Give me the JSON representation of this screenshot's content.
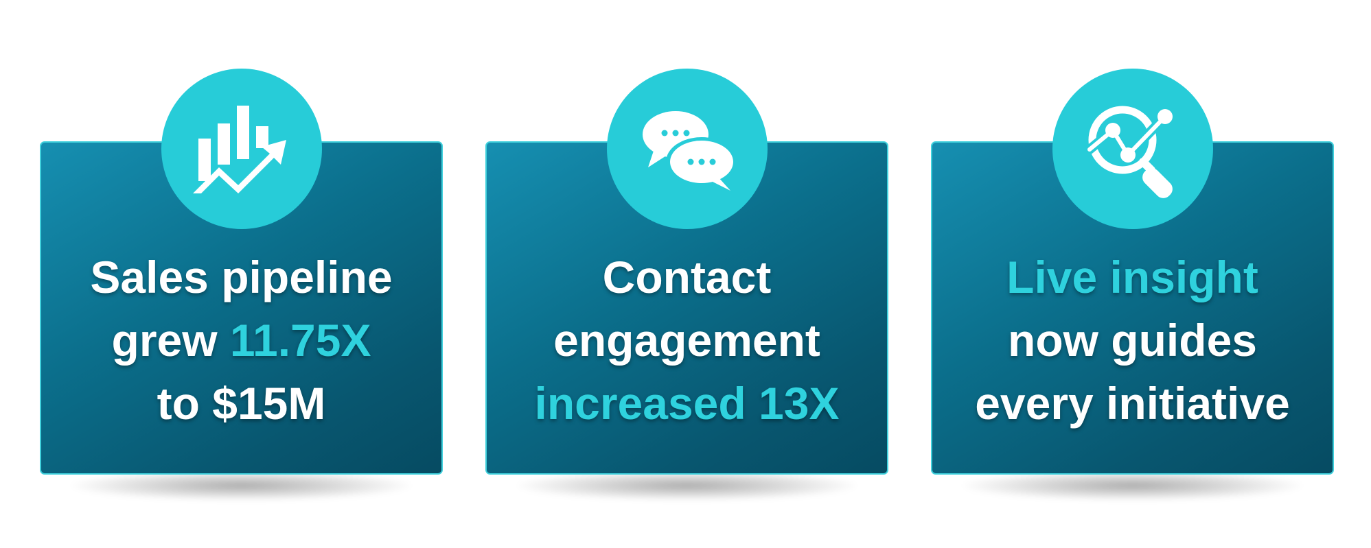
{
  "cards": [
    {
      "icon": "growth-chart-icon",
      "lines": [
        {
          "pre": "Sales pipeline",
          "hl": "",
          "post": ""
        },
        {
          "pre": "grew ",
          "hl": "11.75X",
          "post": ""
        },
        {
          "pre": "to $15M",
          "hl": "",
          "post": ""
        }
      ]
    },
    {
      "icon": "chat-bubbles-icon",
      "lines": [
        {
          "pre": "Contact",
          "hl": "",
          "post": ""
        },
        {
          "pre": "engagement",
          "hl": "",
          "post": ""
        },
        {
          "pre": "",
          "hl": "increased 13X",
          "post": ""
        }
      ]
    },
    {
      "icon": "insight-magnifier-icon",
      "lines": [
        {
          "pre": "",
          "hl": "Live insight",
          "post": ""
        },
        {
          "pre": "now guides",
          "hl": "",
          "post": ""
        },
        {
          "pre": "every initiative",
          "hl": "",
          "post": ""
        }
      ]
    }
  ],
  "colors": {
    "accent": "#2fd2de",
    "circle": "#27ccd8",
    "card_dark": "#064b62",
    "card_light": "#168fb1",
    "text": "#ffffff"
  }
}
